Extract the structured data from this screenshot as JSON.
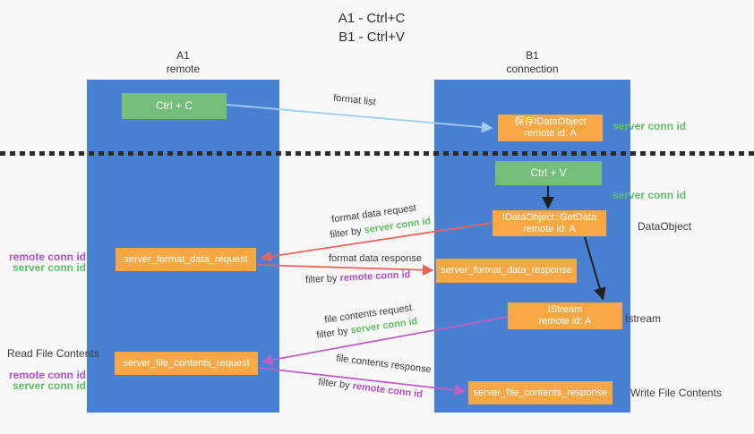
{
  "title": {
    "line1": "A1 - Ctrl+C",
    "line2": "B1 - Ctrl+V"
  },
  "lanes": {
    "left": {
      "name": "A1",
      "sub": "remote"
    },
    "right": {
      "name": "B1",
      "sub": "connection"
    }
  },
  "boxes": {
    "ctrl_c": {
      "label": "Ctrl + C"
    },
    "save_dataobject": {
      "line1": "保存IDataObject",
      "line2": "remote id: A"
    },
    "ctrl_v": {
      "label": "Ctrl + V"
    },
    "getdata": {
      "line1": "IDataObject::GetData",
      "line2": "remote id: A"
    },
    "format_request": {
      "label": "server_format_data_request"
    },
    "format_response": {
      "label": "server_format_data_response"
    },
    "istream": {
      "line1": "IStream",
      "line2": "remote id: A"
    },
    "file_request": {
      "label": "server_file_contents_request"
    },
    "file_response": {
      "label": "server_file_contents_response"
    }
  },
  "arrow_labels": {
    "format_list": "format list",
    "format_data_request": "format data request",
    "format_data_response": "format data response",
    "file_contents_request": "file contents request",
    "file_contents_response": "file contents response",
    "filter_by": "filter by",
    "server_conn_id": "server conn id",
    "remote_conn_id": "remote conn id"
  },
  "side_labels": {
    "server_conn_id_top": "server conn id",
    "server_conn_id_mid": "server conn id",
    "dataobject": "DataObject",
    "istream": "Istream",
    "write_file_contents": "Write File Contents",
    "read_file_contents": "Read File Contents",
    "remote_conn_id_left1": "remote conn id",
    "server_conn_id_left1": "server conn id",
    "remote_conn_id_left2": "remote conn id",
    "server_conn_id_left2": "server conn id"
  },
  "colors": {
    "lane_blue": "#4a80d2",
    "box_green": "#74bd7a",
    "box_orange": "#f8a745",
    "arrow_blue": "#9fcdf0",
    "arrow_red": "#e8655c",
    "arrow_purple": "#c05ec6",
    "arrow_black": "#1f1f1f",
    "label_green": "#5fbf66",
    "label_purple": "#b44fd0"
  }
}
